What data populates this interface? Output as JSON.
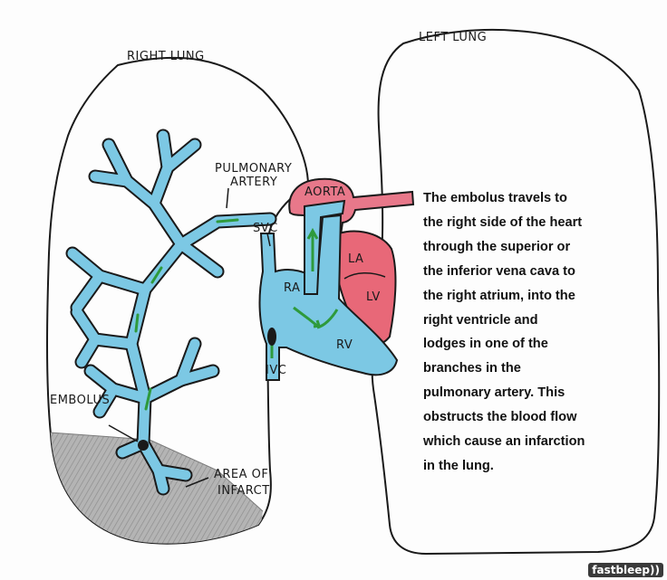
{
  "labels": {
    "right_lung": "RIGHT LUNG",
    "left_lung": "LEFT LUNG",
    "pulmonary_artery_line1": "PULMONARY",
    "pulmonary_artery_line2": "ARTERY",
    "aorta": "AORTA",
    "svc": "SVC",
    "ivc": "IVC",
    "ra": "RA",
    "rv": "RV",
    "la": "LA",
    "lv": "LV",
    "embolus": "EMBOLUS",
    "area_of_infarct_line1": "AREA OF",
    "area_of_infarct_line2": "INFARCT"
  },
  "description": {
    "lines": [
      "The embolus travels to",
      "the right side of the heart",
      "through the superior or",
      "the inferior vena cava to",
      "the right atrium, into the",
      "right ventricle and",
      "lodges in one of the",
      "branches in the",
      "pulmonary artery. This",
      "obstructs the blood flow",
      "which cause an infarction",
      "in the lung."
    ]
  },
  "logo": "fastbleep))",
  "colors": {
    "artery_blue": "#7cc8e4",
    "heart_red": "#e86878",
    "aorta_pink": "#e8788a",
    "flow_arrow_green": "#2e9a3c",
    "infarct_grey": "#a8a8a8",
    "outline": "#1a1a1a"
  }
}
